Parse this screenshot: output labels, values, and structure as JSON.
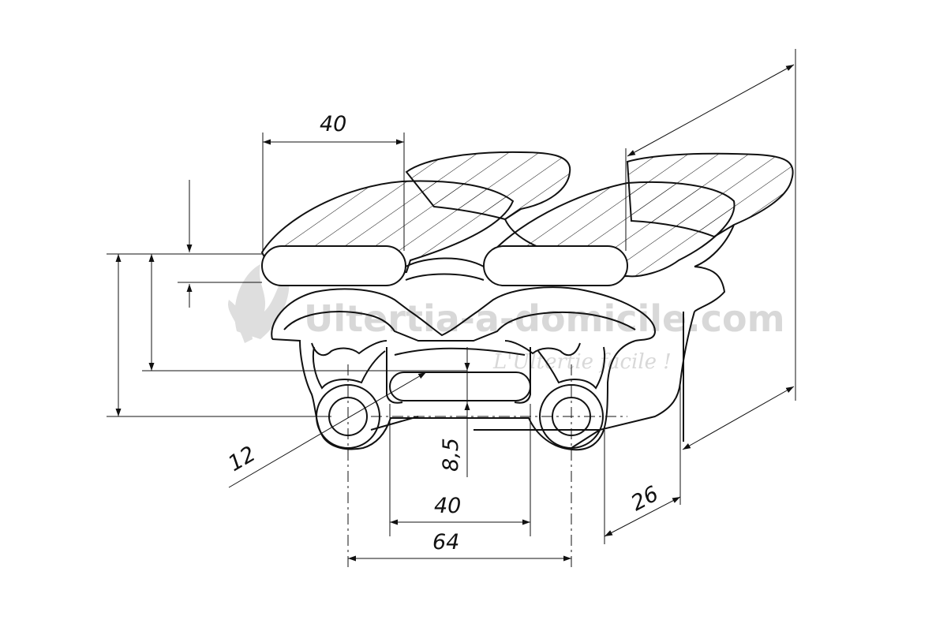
{
  "diagram": {
    "dimensions": {
      "top_width": "40",
      "slot_width": "40",
      "hole_spacing": "64",
      "hole_diameter": "12",
      "slot_height": "8,5",
      "depth": "26"
    },
    "watermark": {
      "main": "Ultertia-a-domicile.com",
      "sub": "L'Ultertie facile !"
    }
  }
}
